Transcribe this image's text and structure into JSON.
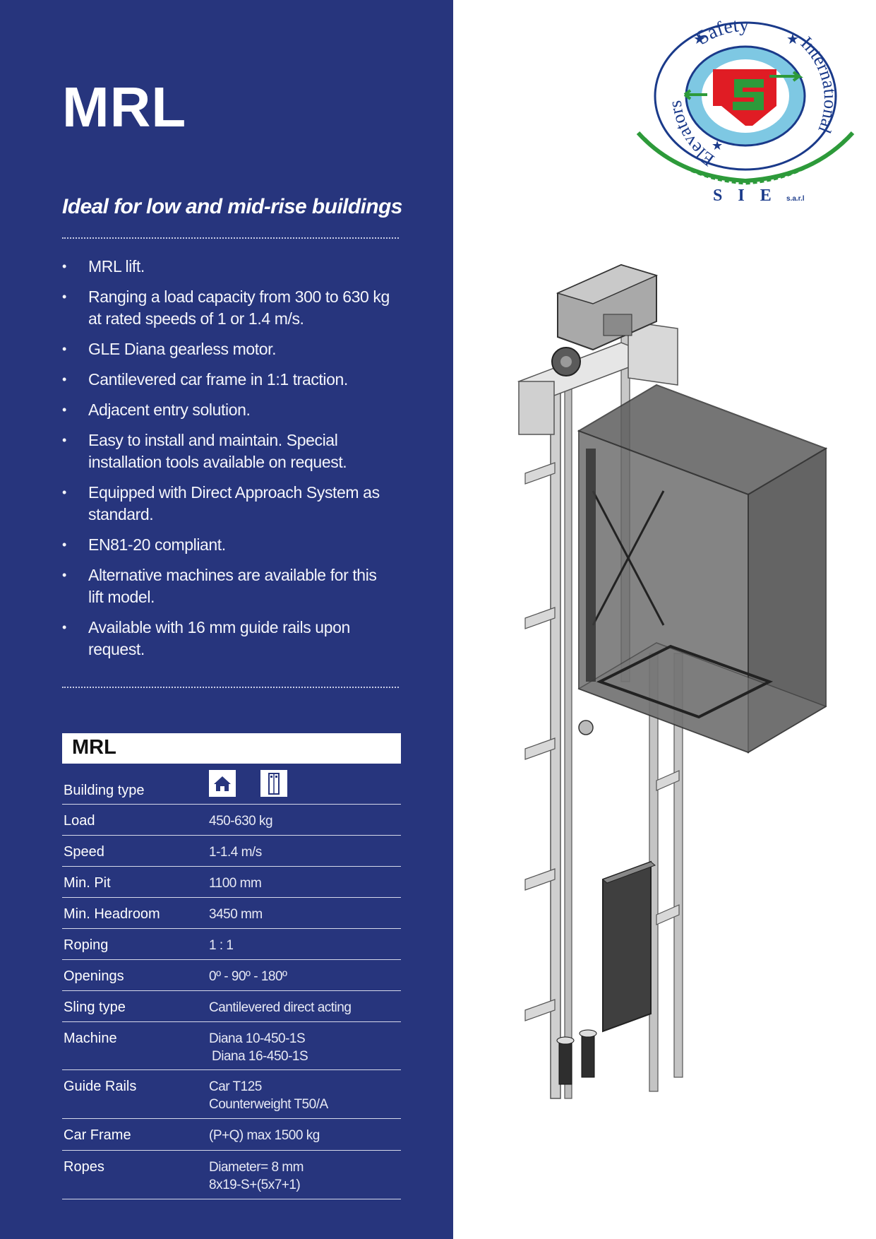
{
  "title": "MRL",
  "subtitle": "Ideal for low and mid-rise buildings",
  "features": [
    "MRL lift.",
    "Ranging a load capacity from 300 to 630 kg at rated speeds of 1 or 1.4 m/s.",
    "GLE Diana gearless motor.",
    "Cantilevered car frame in 1:1 traction.",
    "Adjacent entry solution.",
    "Easy to install and maintain. Special installation tools available on request.",
    "Equipped with Direct Approach System as standard.",
    "EN81-20 compliant.",
    "Alternative machines are available for this lift model.",
    "Available with 16 mm guide rails upon request."
  ],
  "spec_table": {
    "header": "MRL",
    "building_type_label": "Building type",
    "building_type_icons": [
      "house-icon",
      "building-tower-icon"
    ],
    "rows": [
      {
        "label": "Load",
        "value": "450-630 kg"
      },
      {
        "label": "Speed",
        "value": "1-1.4 m/s"
      },
      {
        "label": "Min. Pit",
        "value": "1100 mm"
      },
      {
        "label": "Min. Headroom",
        "value": "3450 mm"
      },
      {
        "label": "Roping",
        "value": "1 : 1"
      },
      {
        "label": "Openings",
        "value": "0º - 90º - 180º"
      },
      {
        "label": "Sling type",
        "value": "Cantilevered direct acting"
      },
      {
        "label": "Machine",
        "value": "Diana 10-450-1S",
        "value2": "Diana 16-450-1S"
      },
      {
        "label": "Guide Rails",
        "value": "Car T125",
        "value2": "Counterweight T50/A"
      },
      {
        "label": "Car Frame",
        "value": "(P+Q) max 1500 kg"
      },
      {
        "label": "Ropes",
        "value": "Diameter= 8 mm",
        "value2": "8x19-S+(5x7+1)"
      }
    ]
  },
  "logo": {
    "ring_text_top": "Safety",
    "ring_text_right": "International",
    "ring_text_left": "Elevators",
    "initials": "S I E",
    "suffix": "s.a.r.l",
    "colors": {
      "ring": "#1a3a8a",
      "red": "#e01c24",
      "green": "#2d9a3a",
      "sky": "#7ec8e3"
    }
  },
  "colors": {
    "panel": "#27357d",
    "text": "#ffffff"
  }
}
